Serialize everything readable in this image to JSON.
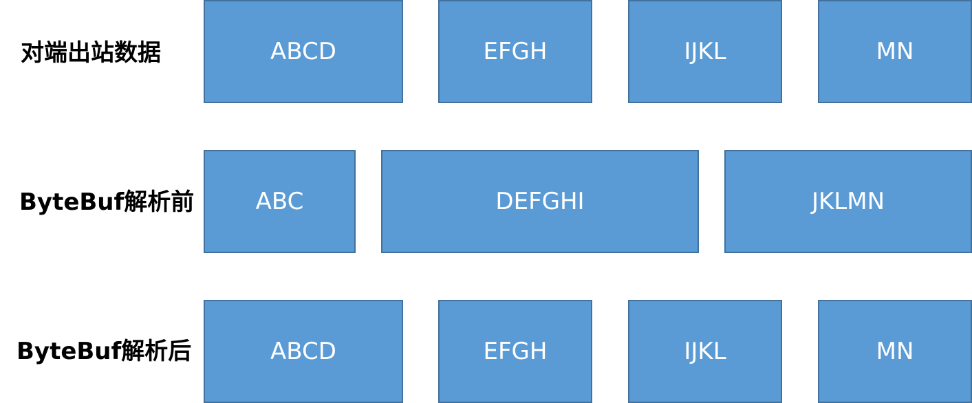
{
  "rows": [
    {
      "label": "对端出站数据",
      "segments": [
        "ABCD",
        "EFGH",
        "IJKL",
        "MN"
      ]
    },
    {
      "label": "ByteBuf解析前",
      "segments": [
        "ABC",
        "DEFGHI",
        "JKLMN"
      ]
    },
    {
      "label": "ByteBuf解析后",
      "segments": [
        "ABCD",
        "EFGH",
        "IJKL",
        "MN"
      ]
    }
  ],
  "colors": {
    "box_fill": "#5b9bd5",
    "box_border": "#41719c",
    "box_text": "#ffffff",
    "label_text": "#000000"
  }
}
